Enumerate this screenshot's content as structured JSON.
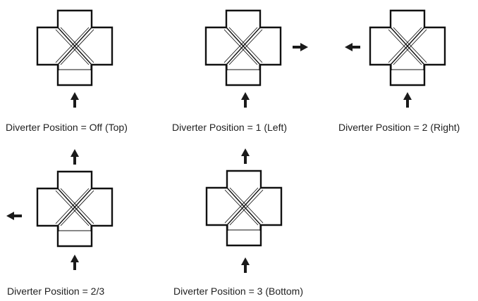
{
  "colors": {
    "ink": "#111111",
    "arrow": "#1a1a1a",
    "background": "#ffffff"
  },
  "diagrams": [
    {
      "id": "off-top",
      "caption": "Diverter Position = Off (Top)",
      "inflow_arrow": "up-arrow-icon",
      "outflow_arrows": []
    },
    {
      "id": "pos-1-left",
      "caption": "Diverter Position = 1 (Left)",
      "inflow_arrow": "up-arrow-icon",
      "outflow_arrows": [
        "right-arrow-icon"
      ]
    },
    {
      "id": "pos-2-right",
      "caption": "Diverter Position = 2 (Right)",
      "inflow_arrow": "up-arrow-icon",
      "outflow_arrows": [
        "left-arrow-icon"
      ]
    },
    {
      "id": "pos-2-3",
      "caption": "Diverter Position = 2/3",
      "inflow_arrow": "up-arrow-icon",
      "outflow_arrows": [
        "up-arrow-icon",
        "left-arrow-icon"
      ]
    },
    {
      "id": "pos-3-bottom",
      "caption": "Diverter Position = 3 (Bottom)",
      "inflow_arrow": "up-arrow-icon",
      "outflow_arrows": [
        "up-arrow-icon"
      ]
    }
  ]
}
